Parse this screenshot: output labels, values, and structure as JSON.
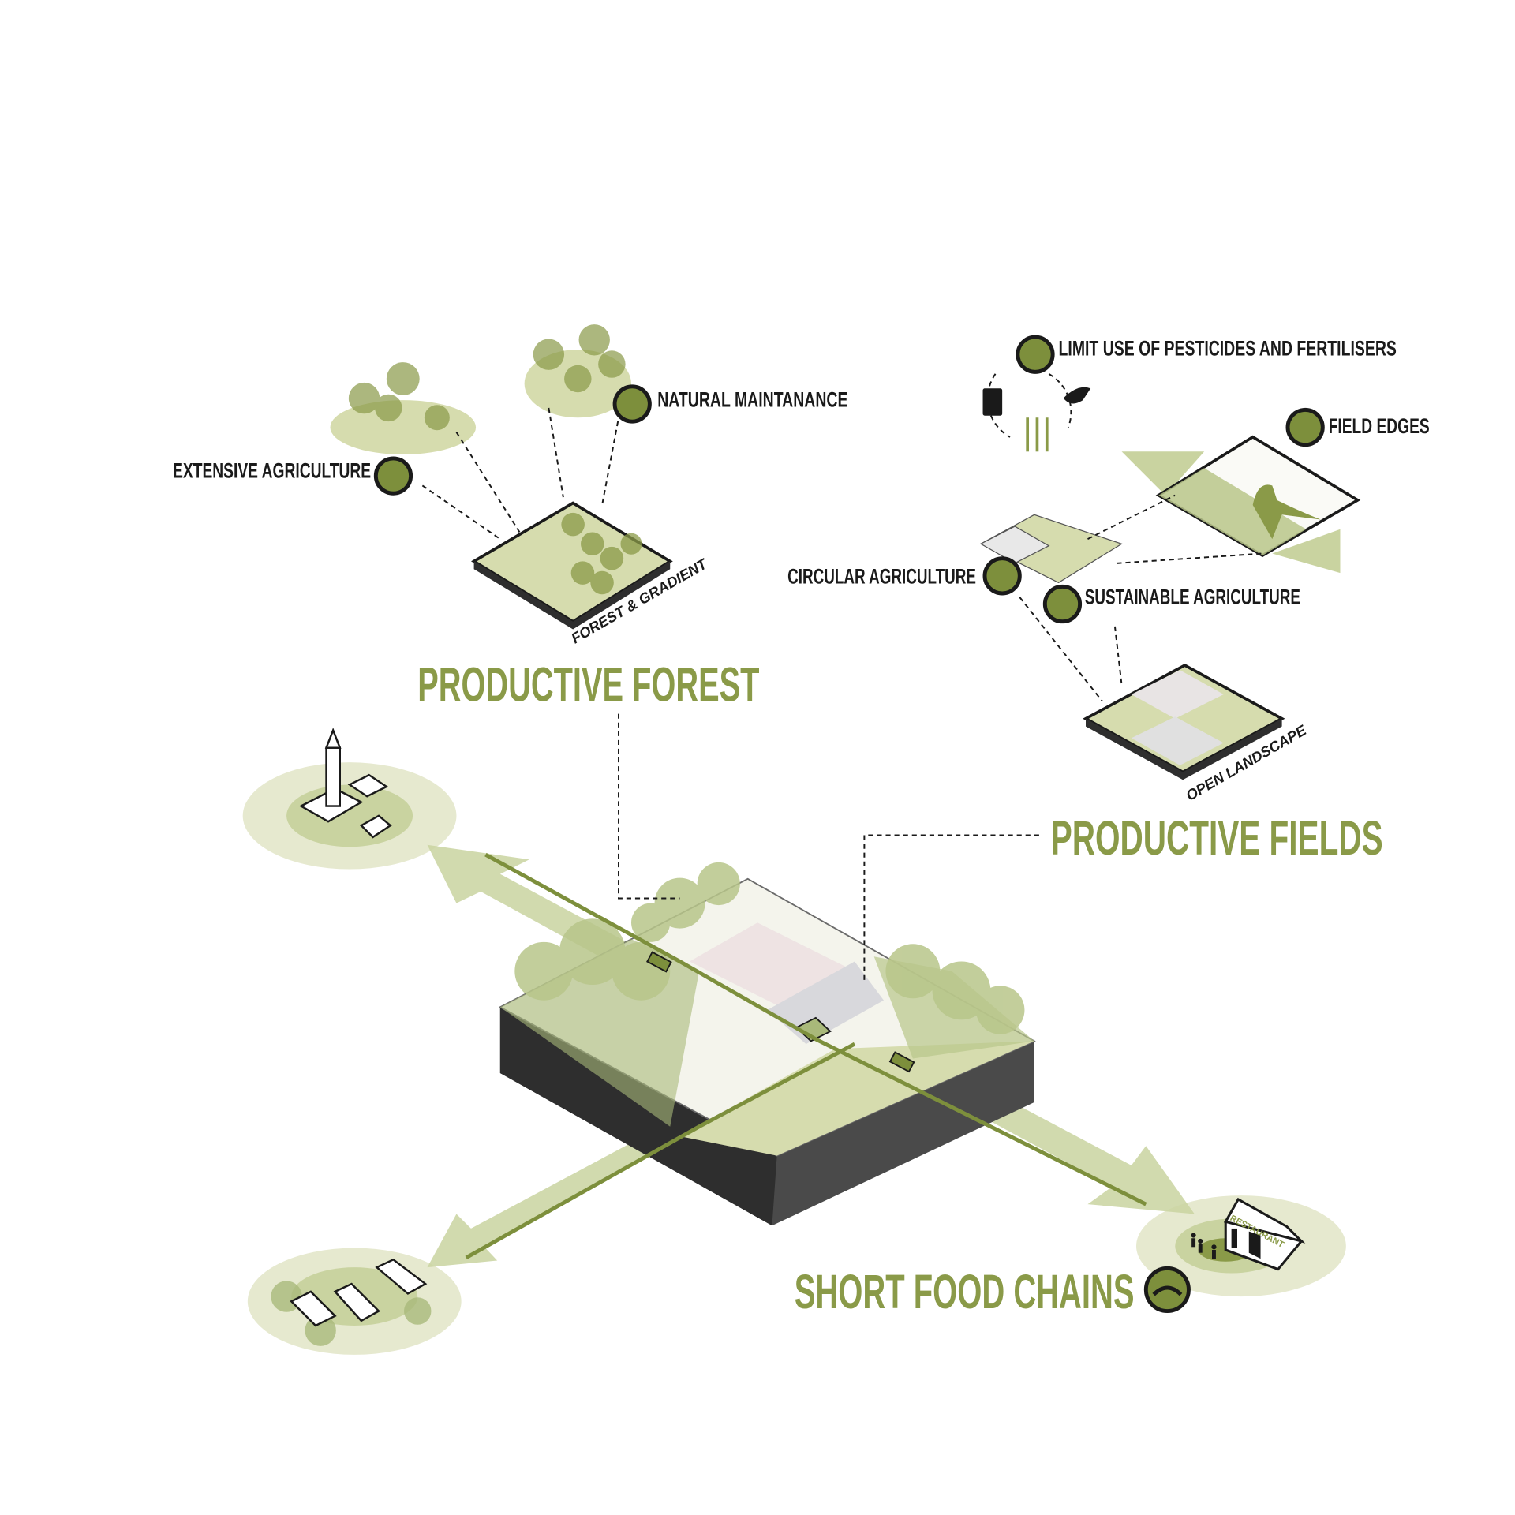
{
  "colors": {
    "title_green": "#8a9a48",
    "badge_green": "#7d8f3c",
    "light_green": "#c9d3a0",
    "pale_green": "#e6e9cf",
    "dark": "#1a1a1a"
  },
  "forest": {
    "title": "PRODUCTIVE FOREST",
    "block_label": "FOREST & GRADIENT",
    "items": [
      {
        "label": "EXTENSIVE AGRICULTURE",
        "icon": "leaf-icon"
      },
      {
        "label": "NATURAL MAINTANANCE",
        "icon": "cow-icon"
      }
    ]
  },
  "fields": {
    "title": "PRODUCTIVE FIELDS",
    "block_label": "OPEN LANDSCAPE",
    "items": [
      {
        "label": "LIMIT USE OF PESTICIDES AND FERTILISERS",
        "icon": "bee-icon"
      },
      {
        "label": "FIELD EDGES",
        "icon": "tractor-tree-icon"
      },
      {
        "label": "CIRCULAR AGRICULTURE",
        "icon": "recycle-icon"
      },
      {
        "label": "SUSTAINABLE AGRICULTURE",
        "icon": "leaf-icon"
      }
    ]
  },
  "food_chains": {
    "title": "SHORT FOOD CHAINS",
    "icon": "exchange-arrows-icon",
    "restaurant_label": "RESTAURANT"
  }
}
